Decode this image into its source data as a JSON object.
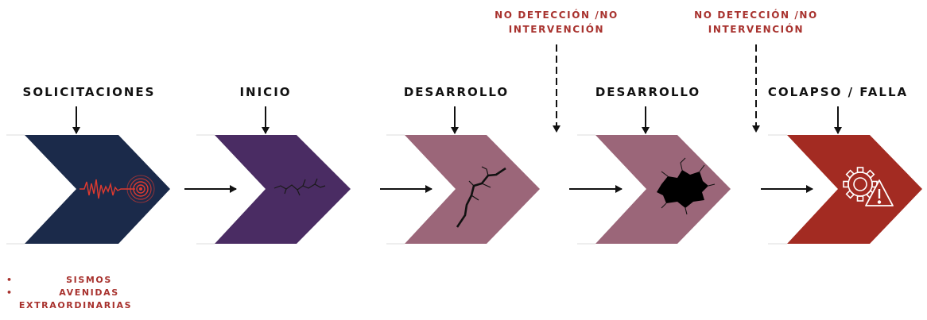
{
  "stages": [
    {
      "label": "SOLICITACIONES",
      "color": "#1b2a4a",
      "icon": "seismic-wave-icon"
    },
    {
      "label": "INICIO",
      "color": "#4a2c63",
      "icon": "hairline-crack-icon"
    },
    {
      "label": "DESARROLLO",
      "color": "#9b6679",
      "icon": "crack-icon"
    },
    {
      "label": "DESARROLLO",
      "color": "#9b6679",
      "icon": "broken-hole-icon"
    },
    {
      "label": "COLAPSO / FALLA",
      "color": "#a32b22",
      "icon": "gear-warning-icon"
    }
  ],
  "notes": [
    {
      "line1": "NO DETECCIÓN /NO",
      "line2": "INTERVENCIÓN"
    },
    {
      "line1": "NO DETECCIÓN /NO",
      "line2": "INTERVENCIÓN"
    }
  ],
  "bullets": [
    "SISMOS",
    "AVENIDAS",
    "EXTRAORDINARIAS"
  ],
  "colors": {
    "note_text": "#a8322e",
    "label_text": "#111111",
    "arrow": "#111111",
    "alert_red": "#e03a2f"
  }
}
